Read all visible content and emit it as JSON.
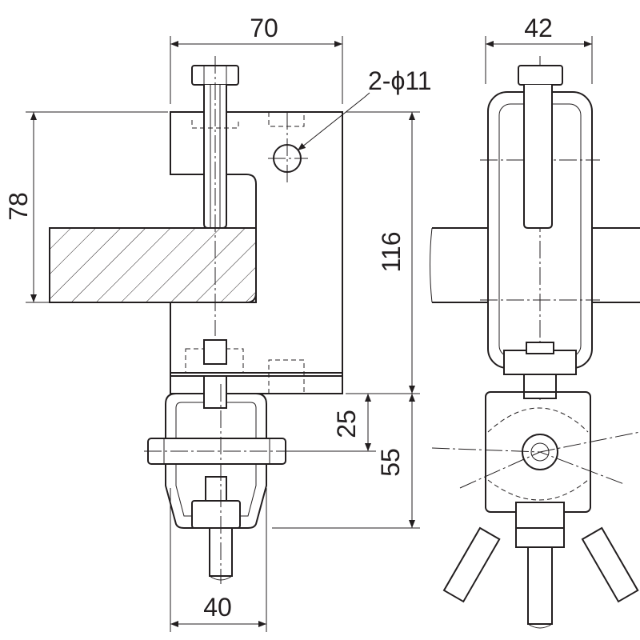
{
  "dimensions": {
    "front_width": "70",
    "hole_note": "2-ϕ11",
    "side_width": "42",
    "flange_height": "78",
    "total_height": "116",
    "clamp_offset": "25",
    "clamp_height": "55",
    "clamp_width": "40"
  },
  "colors": {
    "line": "#231f20",
    "background": "#ffffff"
  }
}
